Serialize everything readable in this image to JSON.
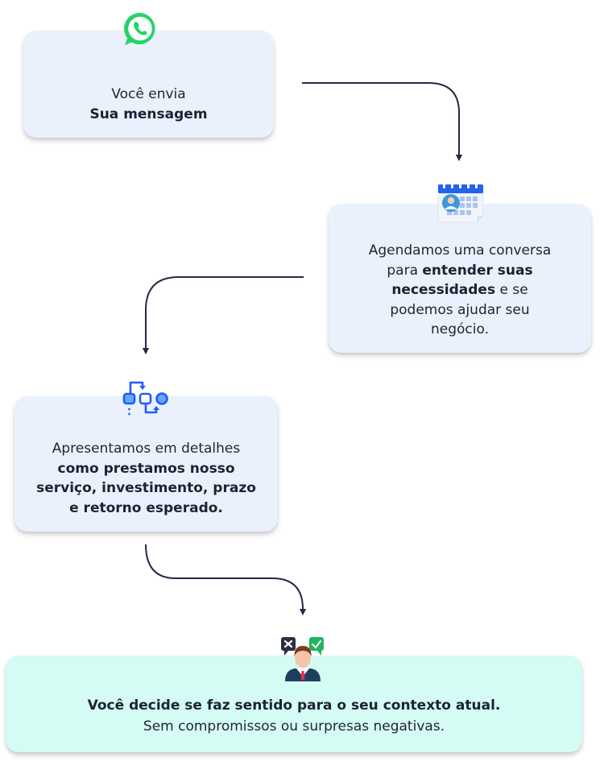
{
  "steps": [
    {
      "icon": "whatsapp-icon",
      "line1": "Você envia",
      "line2_bold": "Sua mensagem"
    },
    {
      "icon": "calendar-icon",
      "text_a": "Agendamos uma conversa",
      "text_b": "para ",
      "bold_a": "entender suas",
      "bold_b": "necessidades",
      "text_c": " e se",
      "text_d": "podemos ajudar seu",
      "text_e": "negócio."
    },
    {
      "icon": "workflow-icon",
      "line1": "Apresentamos em detalhes",
      "bold1": "como prestamos nosso",
      "bold2": "serviço, investimento, prazo",
      "bold3": "e retorno esperado."
    },
    {
      "icon": "decision-person-icon",
      "bold": "Você decide se faz sentido para o seu contexto atual.",
      "line2": "Sem compromissos ou surpresas negativas."
    }
  ],
  "colors": {
    "card_bg": "#eaf1fc",
    "final_card_bg": "#d4fbf4",
    "arrow": "#262a42",
    "whatsapp_green": "#25d366",
    "accent_blue": "#1f5ef7"
  }
}
